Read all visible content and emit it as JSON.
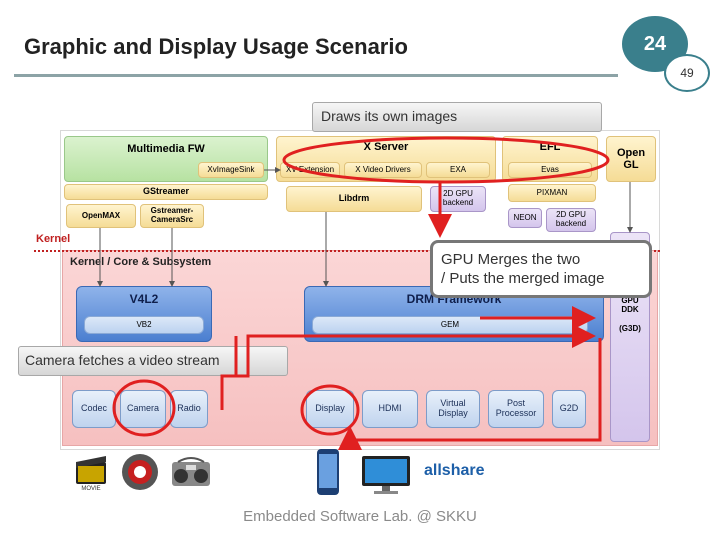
{
  "slide": {
    "title": "Graphic and Display Usage Scenario",
    "page_number": "24",
    "sub_number": "49",
    "footer": "Embedded Software Lab. @ SKKU"
  },
  "callouts": {
    "top": "Draws its own images",
    "gpu_merge_line1": "GPU Merges the two",
    "gpu_merge_line2": "/ Puts the merged image",
    "camera": "Camera fetches a video stream"
  },
  "blocks": {
    "multimedia_fw": "Multimedia FW",
    "xvimagesink": "XvImageSink",
    "x_server": "X Server",
    "xv_extension": "XV Extension",
    "x_video_drivers": "X Video Drivers",
    "exa": "EXA",
    "efl": "EFL",
    "evas": "Evas",
    "open_gl": "Open GL",
    "gstreamer": "GStreamer",
    "openmax": "OpenMAX",
    "gst_camerasrc": "Gstreamer-CameraSrc",
    "libdrm": "Libdrm",
    "gpu_backend_2d": "2D GPU backend",
    "pixman": "PIXMAN",
    "neon": "NEON",
    "gpu_backend_2d_b": "2D GPU backend",
    "kernel": "Kernel",
    "kernel_core": "Kernel / Core & Subsystem",
    "v4l2": "V4L2",
    "vb2": "VB2",
    "drm_framework": "DRM Framework",
    "gem": "GEM",
    "gpu_ddk": "GPU DDK",
    "g3d": "(G3D)"
  },
  "devices": [
    "Codec",
    "Camera",
    "Radio",
    "Display",
    "HDMI",
    "Virtual Display",
    "Post Processor",
    "G2D"
  ],
  "bottom_icons": [
    "movie-clapper-icon",
    "camera-app-icon",
    "radio-boombox-icon",
    "smartphone-icon",
    "monitor-icon",
    "allshare-logo"
  ],
  "allshare_text": "allshare",
  "movie_text": "MOVIE",
  "colors": {
    "accent_red": "#e02020",
    "badge_teal": "#3a7f8c",
    "kernel_pink": "#f6c0c0"
  }
}
